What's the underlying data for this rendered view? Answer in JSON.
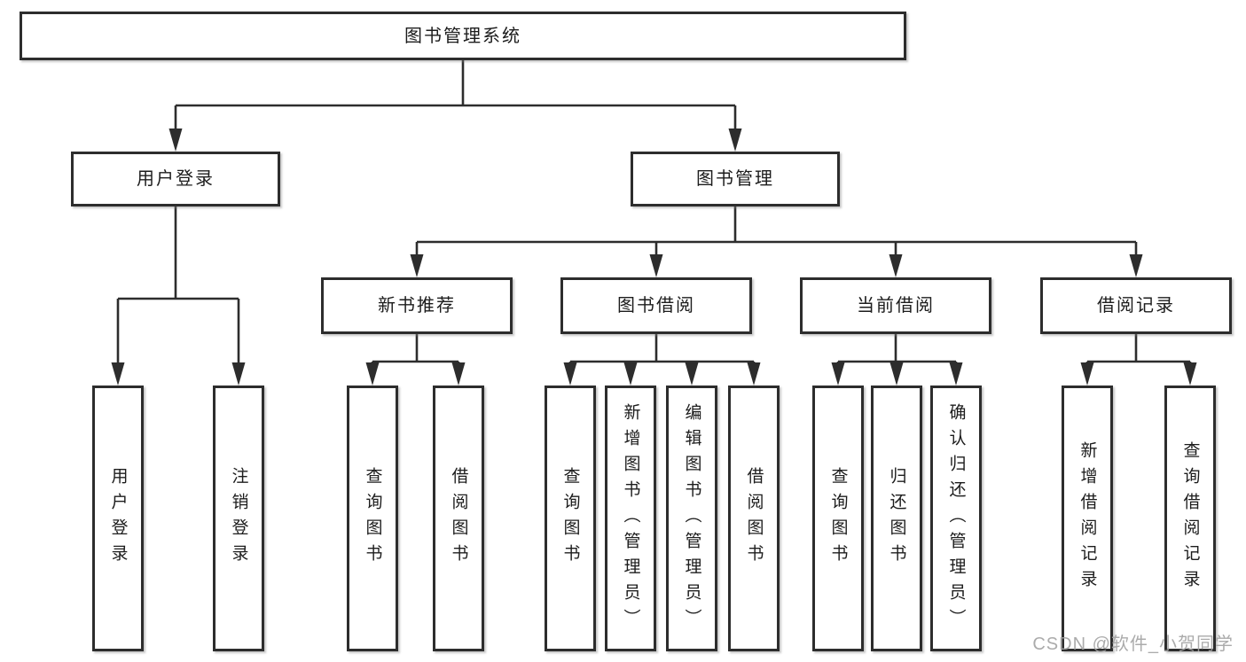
{
  "diagram": {
    "root": {
      "label": "图书管理系统"
    },
    "level2": [
      {
        "label": "用户登录"
      },
      {
        "label": "图书管理"
      }
    ],
    "level3": [
      {
        "label": "新书推荐",
        "parent": "图书管理"
      },
      {
        "label": "图书借阅",
        "parent": "图书管理"
      },
      {
        "label": "当前借阅",
        "parent": "图书管理"
      },
      {
        "label": "借阅记录",
        "parent": "图书管理"
      }
    ],
    "leaves": [
      {
        "label": "用户登录",
        "parent": "用户登录"
      },
      {
        "label": "注销登录",
        "parent": "用户登录"
      },
      {
        "label": "查询图书",
        "parent": "新书推荐"
      },
      {
        "label": "借阅图书",
        "parent": "新书推荐"
      },
      {
        "label": "查询图书",
        "parent": "图书借阅"
      },
      {
        "label": "新增图书（管理员）",
        "parent": "图书借阅"
      },
      {
        "label": "编辑图书（管理员）",
        "parent": "图书借阅"
      },
      {
        "label": "借阅图书",
        "parent": "图书借阅"
      },
      {
        "label": "查询图书",
        "parent": "当前借阅"
      },
      {
        "label": "归还图书",
        "parent": "当前借阅"
      },
      {
        "label": "确认归还（管理员）",
        "parent": "当前借阅"
      },
      {
        "label": "新增借阅记录",
        "parent": "借阅记录"
      },
      {
        "label": "查询借阅记录",
        "parent": "借阅记录"
      }
    ]
  },
  "watermark": "CSDN @软件_小贺同学",
  "colors": {
    "line": "#2d2d2d",
    "text": "#1c1c1c",
    "watermark": "#a3a3a3",
    "background": "#ffffff"
  }
}
